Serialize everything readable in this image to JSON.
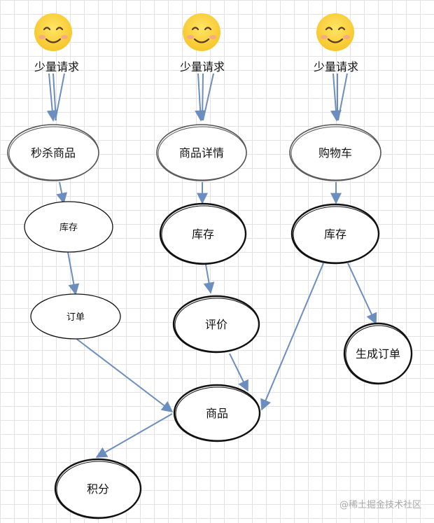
{
  "users": [
    {
      "label": "少量请求",
      "icon": "smiley-face-icon"
    },
    {
      "label": "少量请求",
      "icon": "smiley-face-icon"
    },
    {
      "label": "少量请求",
      "icon": "smiley-face-icon"
    }
  ],
  "nodes": {
    "seckill": "秒杀商品",
    "detail": "商品详情",
    "cart": "购物车",
    "stock1": "库存",
    "stock2": "库存",
    "stock3": "库存",
    "order": "订单",
    "review": "评价",
    "generate_order": "生成订单",
    "product": "商品",
    "points": "积分"
  },
  "colors": {
    "arrow": "#6c8ebf",
    "ellipse_soft_stroke": "#555555",
    "ellipse_bold_stroke": "#111111",
    "grid": "#e3e3e3"
  },
  "watermark": "@稀土掘金技术社区"
}
